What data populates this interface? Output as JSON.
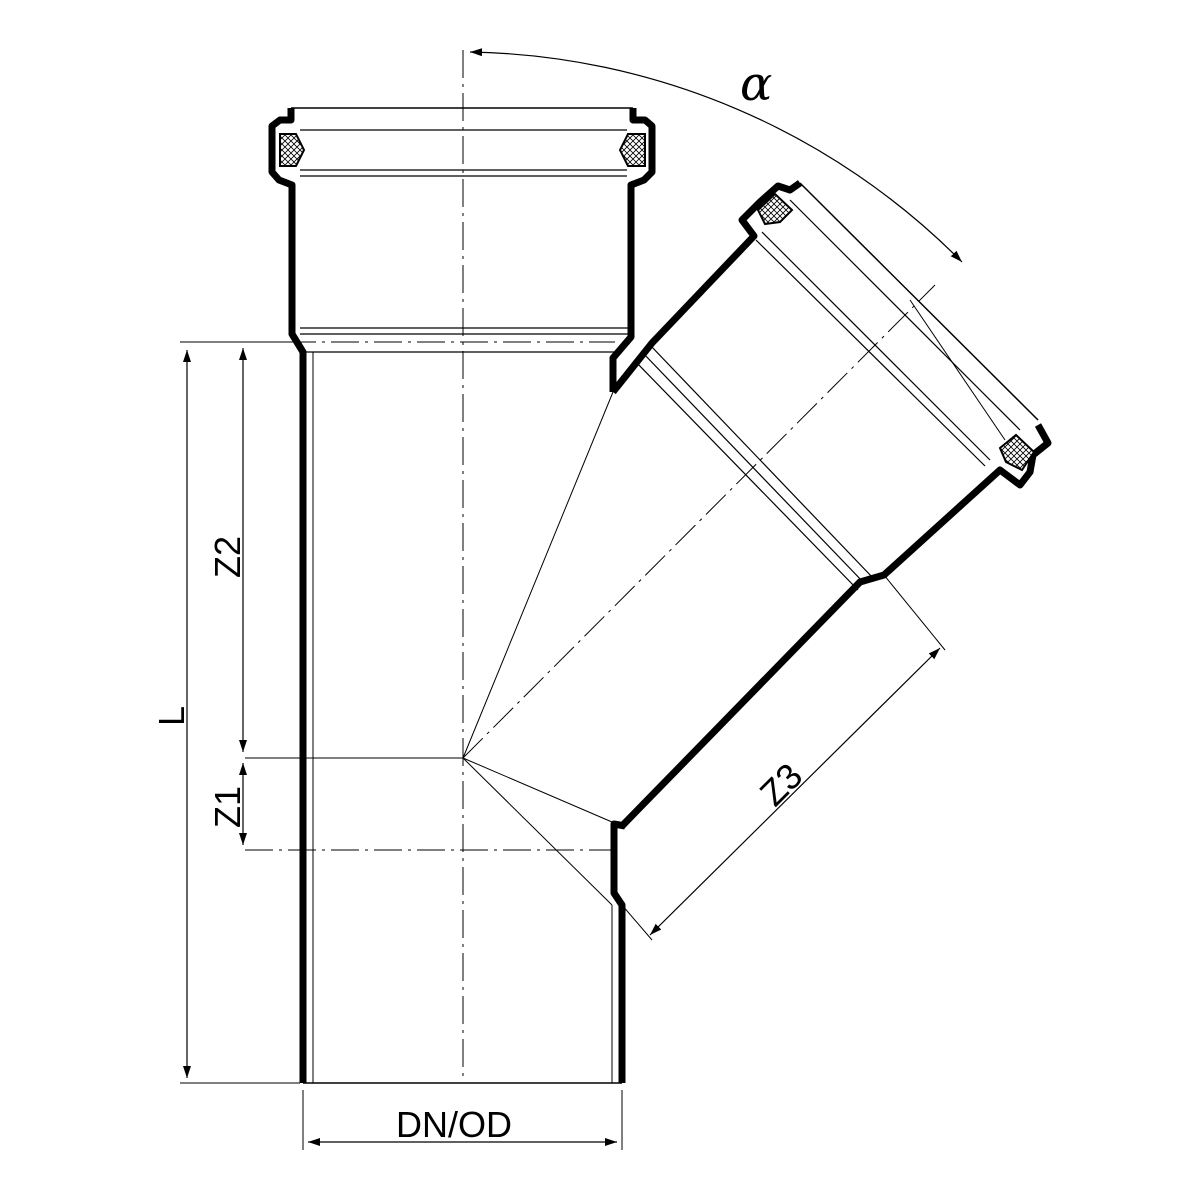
{
  "labels": {
    "angle": "α",
    "z1": "Z1",
    "z2": "Z2",
    "z3": "Z3",
    "length": "L",
    "diameter": "DN/OD"
  },
  "colors": {
    "stroke": "#000000",
    "background": "#ffffff",
    "seal_fill": "#d8d8d8"
  }
}
